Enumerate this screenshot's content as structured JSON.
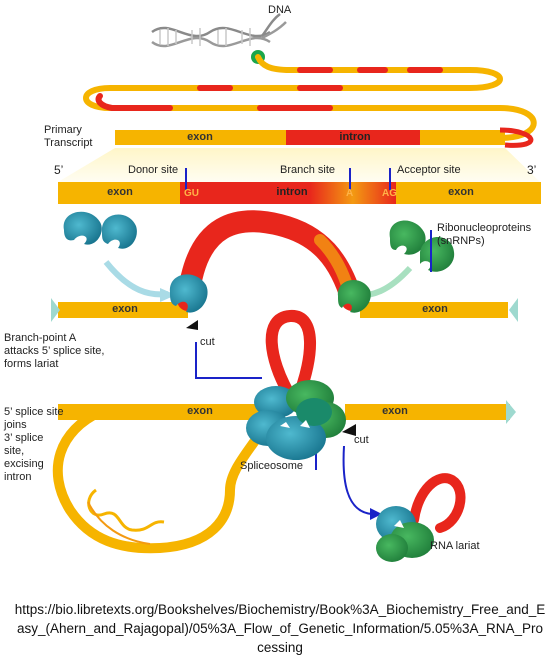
{
  "labels": {
    "dna": "DNA",
    "primary_transcript": "Primary\nTranscript",
    "five_prime": "5’",
    "three_prime": "3’",
    "donor_site": "Donor site",
    "branch_site": "Branch site",
    "acceptor_site": "Acceptor site",
    "ribonucleoproteins": "Ribonucleoproteins\n(snRNPs)",
    "branch_point_text": "Branch-point A\nattacks 5’ splice site,\nforms lariat",
    "splice_join_text": "5’ splice site\njoins\n3’ splice\nsite,\nexcising\nintron",
    "cut_1": "cut",
    "cut_2": "cut",
    "spliceosome": "Spliceosome",
    "rna_lariat": "RNA lariat"
  },
  "segments": {
    "transcript_exon": "exon",
    "transcript_intron": "intron",
    "row2_exon_left": "exon",
    "row2_gu": "GU",
    "row2_intron": "intron",
    "row2_a": "A",
    "row2_ag": "AG",
    "row2_exon_right": "exon",
    "row3_exon_left": "exon",
    "row3_exon_right": "exon",
    "row4_exon_left": "exon",
    "row4_exon_right": "exon"
  },
  "source_url": "https://bio.libretexts.org/Bookshelves/Biochemistry/Book%3A_Biochemistry_Free_and_Easy_(Ahern_and_Rajagopal)/05%3A_Flow_of_Genetic_Information/5.05%3A_RNA_Processing",
  "colors": {
    "exon": "#f6b400",
    "intron": "#e8261c",
    "snrnp_teal": "#1e90a8",
    "snrnp_green": "#2a9a45",
    "pointer_blue": "#1a23c8",
    "arrow_light": "#a9dbe6",
    "marker_teal": "#9ed9cf"
  }
}
